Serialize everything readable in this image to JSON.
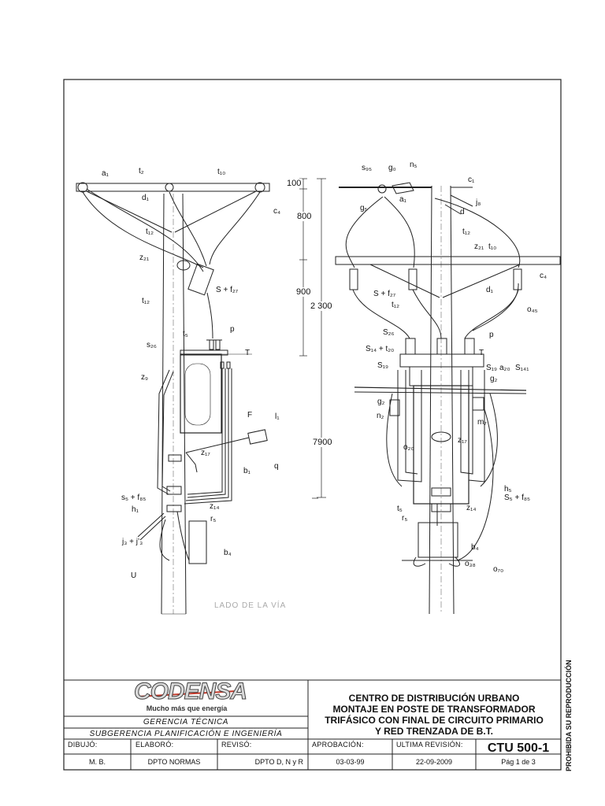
{
  "left_view_labels": {
    "a1": "a₁",
    "t2": "t₂",
    "t10": "t₁₀",
    "d1": "d₁",
    "c4": "c₄",
    "t12_top": "t₁₂",
    "z21": "z₂₁",
    "s_f27": "S + f₂₇",
    "t12_mid": "t₁₂",
    "t5": "t₅",
    "p": "p",
    "s26": "s₂₆",
    "T": "T",
    "z9": "z₉",
    "F": "F",
    "l1": "l₁",
    "z17": "z₁₇",
    "b1": "b₁",
    "q": "q",
    "s5_f85": "s₅ + f₈₅",
    "z14": "z₁₄",
    "h1": "h₁",
    "r5": "r₅",
    "j3": "j₃ + j’₃",
    "b4": "b₄",
    "U": "U"
  },
  "watermark": "LADO DE LA VÍA",
  "dimensions": {
    "d100": "100",
    "d800": "800",
    "d900": "900",
    "d2300": "2 300",
    "d7900": "7900"
  },
  "right_view_labels": {
    "s95": "s₉₅",
    "g0": "g₀",
    "n5": "n₅",
    "c1": "c₁",
    "a1": "a₁",
    "j8": "j₈",
    "g5": "g₅",
    "d": "d",
    "t12_top": "t₁₂",
    "z21": "z₂₁",
    "t10": "t₁₀",
    "c4": "c₄",
    "s_f27": "S + f₂₇",
    "d1": "d₁",
    "t12_mid": "t₁₂",
    "o45": "o₄₅",
    "s26": "S₂₆",
    "s14_t20": "S₁₄ + t₂₀",
    "p": "p",
    "T": "T",
    "s19_left": "S₁₉",
    "s19_right": "S₁₉",
    "a20": "a₂₀",
    "s141": "S₁₄₁",
    "g2_right": "g₂",
    "g2_left": "g₂",
    "n2": "n₂",
    "m7": "m₇",
    "o20": "o₂₀",
    "z17": "z₁₇",
    "h5": "h₅",
    "s5_f85": "S₅ + f₈₅",
    "t5": "t₅",
    "z14": "z₁₄",
    "r5": "r₅",
    "b4": "b₄",
    "o38": "o₃₈",
    "o70": "o₇₀"
  },
  "title_block": {
    "logo": "CODENSA",
    "logo_tagline": "Mucho más que energía",
    "gerencia": "GERENCIA TÉCNICA",
    "subgerencia": "SUBGERENCIA PLANIFICACIÓN E INGENIERÍA",
    "title_lines": [
      "CENTRO DE DISTRIBUCIÓN URBANO",
      "MONTAJE EN POSTE DE TRANSFORMADOR",
      "TRIFÁSICO CON FINAL DE CIRCUITO PRIMARIO",
      "Y RED TRENZADA DE B.T."
    ],
    "headers": {
      "dibujo": "DIBUJÓ:",
      "elaboro": "ELABORÓ:",
      "reviso": "REVISÓ:",
      "aprobacion": "APROBACIÓN:",
      "ultima_revision": "ULTIMA REVISIÓN:"
    },
    "values": {
      "dibujo": "M. B.",
      "elaboro": "DPTO NORMAS",
      "reviso": "DPTO D, N y R",
      "aprobacion": "03-03-99",
      "ultima_revision": "22-09-2009"
    },
    "code": "CTU 500-1",
    "page": "Pág 1 de 3",
    "side_note": "PROHIBIDA SU REPRODUCCIÓN"
  }
}
